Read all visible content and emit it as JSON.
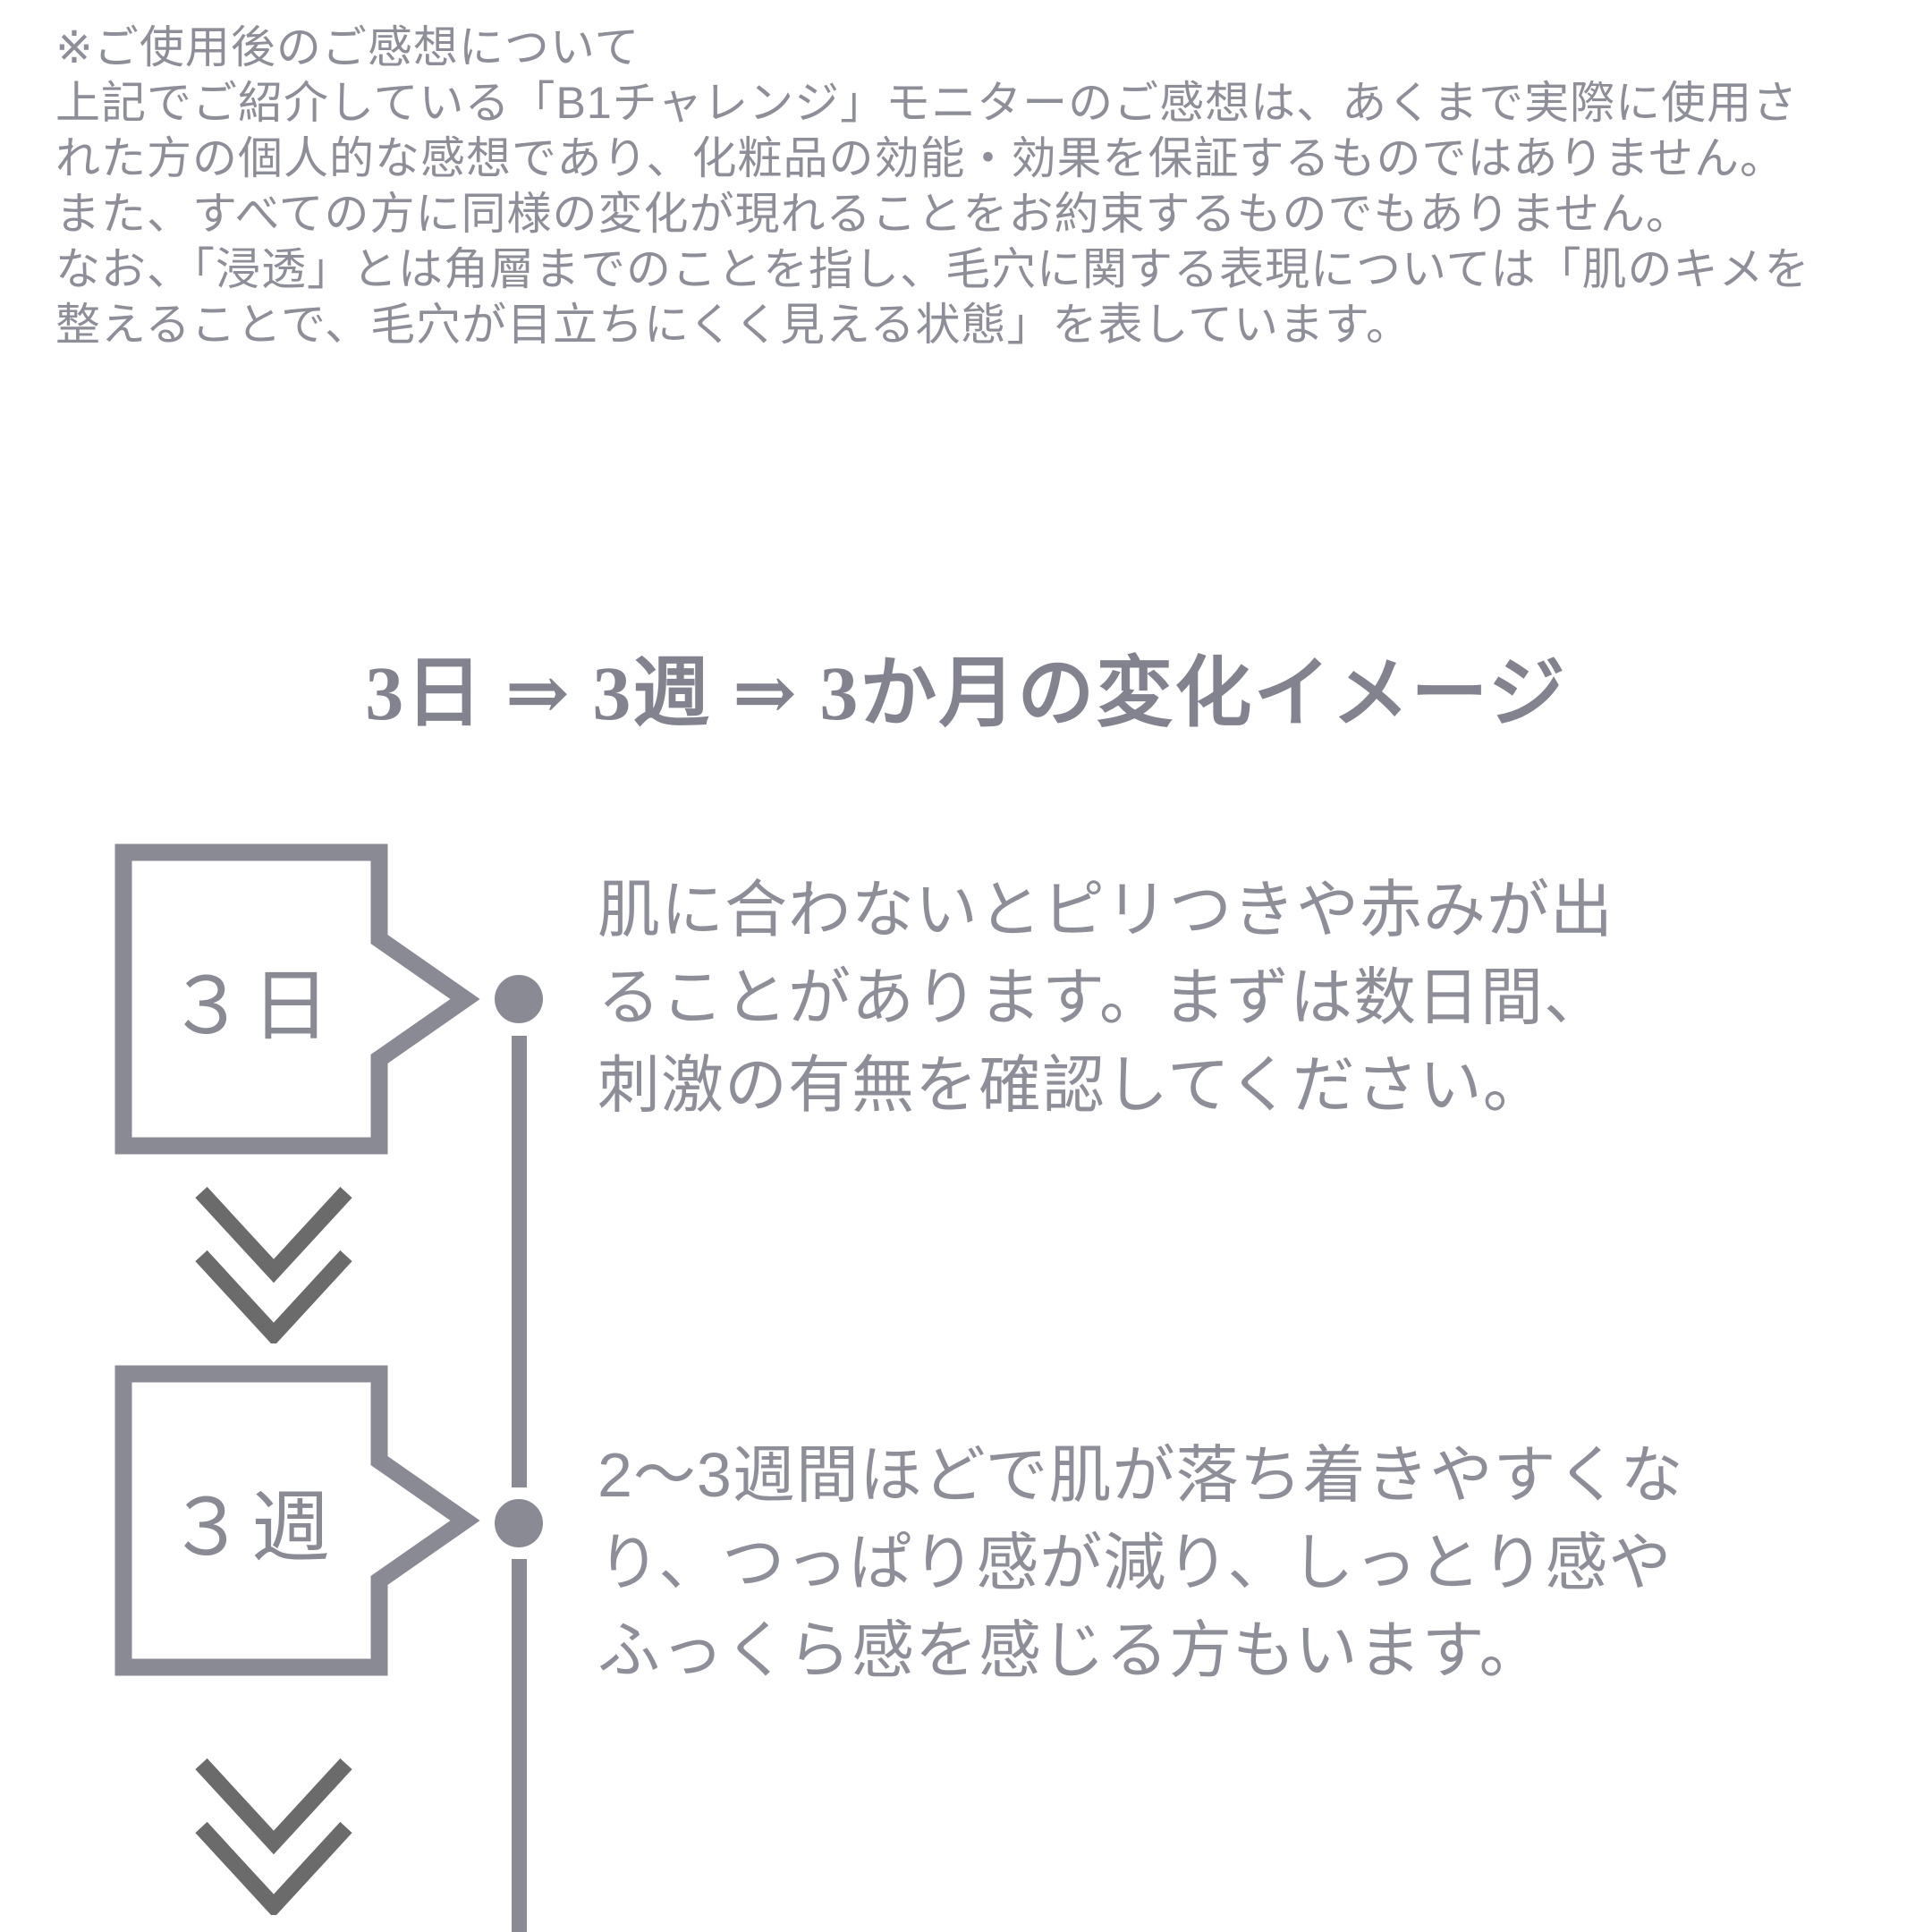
{
  "colors": {
    "background": "#ffffff",
    "text_gray": "#8e8e99",
    "shape_gray": "#8a8a94",
    "chevron_gray": "#6b6b6b",
    "title_gray": "#83838f"
  },
  "disclaimer": {
    "lines": [
      "※ご使用後のご感想について",
      "上記でご紹介している「B1チャレンジ」モニターのご感想は、あくまで実際に使用さ",
      "れた方の個人的な感想であり、化粧品の効能・効果を保証するものではありません。",
      "また、すべての方に同様の変化が現れることをお約束するものでもありません。",
      "なお、「浸透」とは角層までのことを指し、毛穴に関する表現については「肌のキメを",
      "整えることで、毛穴が目立ちにくく見える状態」を表しています。"
    ]
  },
  "section": {
    "title": "3日 ⇒ 3週 ⇒ 3か月の変化イメージ"
  },
  "timeline": {
    "steps": [
      {
        "label": "３日",
        "desc_lines": [
          "肌に合わないとピリつきや赤みが出",
          "ることがあります。まずは数日間、",
          "刺激の有無を確認してください。"
        ]
      },
      {
        "label": "３週",
        "desc_lines": [
          "2〜3週間ほどで肌が落ち着きやすくな",
          "り、つっぱり感が減り、しっとり感や",
          "ふっくら感を感じる方もいます。"
        ]
      }
    ]
  }
}
